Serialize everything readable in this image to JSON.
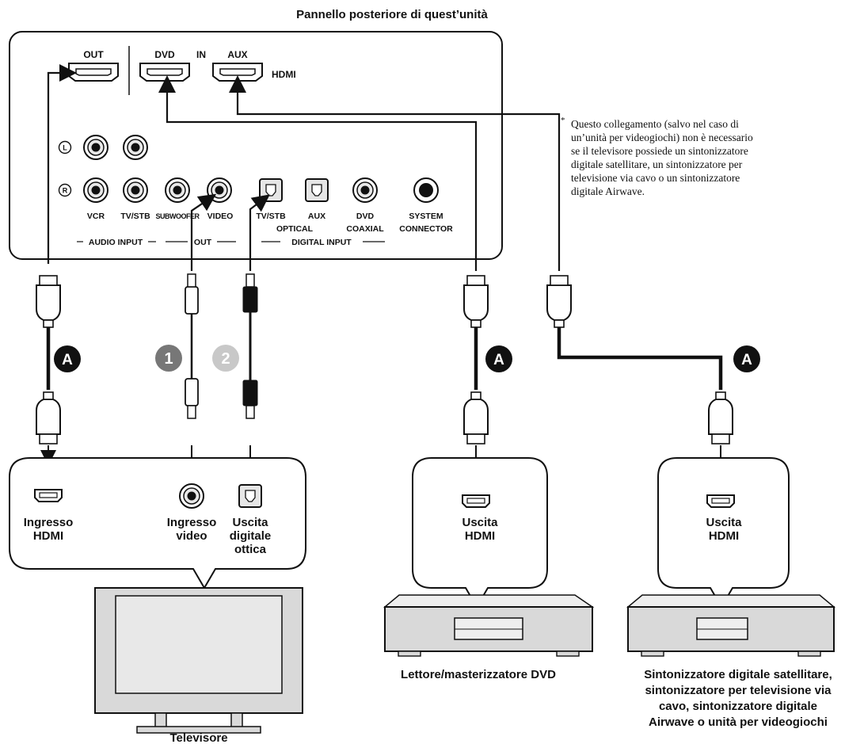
{
  "title": "Pannello posteriore di quest’unità",
  "panel": {
    "hdmi_out": "OUT",
    "hdmi_dvd": "DVD",
    "hdmi_in": "IN",
    "hdmi_aux": "AUX",
    "hdmi_label": "HDMI",
    "left_channel": "L",
    "right_channel": "R",
    "jack_vcr": "VCR",
    "jack_tvstb": "TV/STB",
    "jack_subwoofer": "SUBWOOFER",
    "jack_video": "VIDEO",
    "group_audio_input": "AUDIO INPUT",
    "group_out": "OUT",
    "dig_tvstb": "TV/STB",
    "dig_aux": "AUX",
    "dig_dvd": "DVD",
    "dig_optical": "OPTICAL",
    "dig_coaxial": "COAXIAL",
    "group_digital_input": "DIGITAL INPUT",
    "system_connector_1": "SYSTEM",
    "system_connector_2": "CONNECTOR"
  },
  "cables": {
    "hdmi_marker": "A",
    "marker_1": "1",
    "marker_2": "2"
  },
  "note": {
    "asterisk": "*",
    "text": "Questo collegamento (salvo nel caso di un’unità per videogiochi) non è necessario se il televisore possiede un sintonizzatore digitale satellitare, un sintonizzatore per televisione via cavo o un sintonizzatore digitale Airwave."
  },
  "tv": {
    "hdmi_in_1": "Ingresso",
    "hdmi_in_2": "HDMI",
    "video_in_1": "Ingresso",
    "video_in_2": "video",
    "opt_out_1": "Uscita",
    "opt_out_2": "digitale",
    "opt_out_3": "ottica",
    "caption": "Televisore"
  },
  "dvd": {
    "out_1": "Uscita",
    "out_2": "HDMI",
    "caption": "Lettore/masterizzatore DVD"
  },
  "tuner": {
    "out_1": "Uscita",
    "out_2": "HDMI",
    "caption_1": "Sintonizzatore digitale satellitare,",
    "caption_2": "sintonizzatore per televisione via",
    "caption_3": "cavo, sintonizzatore digitale",
    "caption_4": "Airwave o unità per videogiochi"
  }
}
